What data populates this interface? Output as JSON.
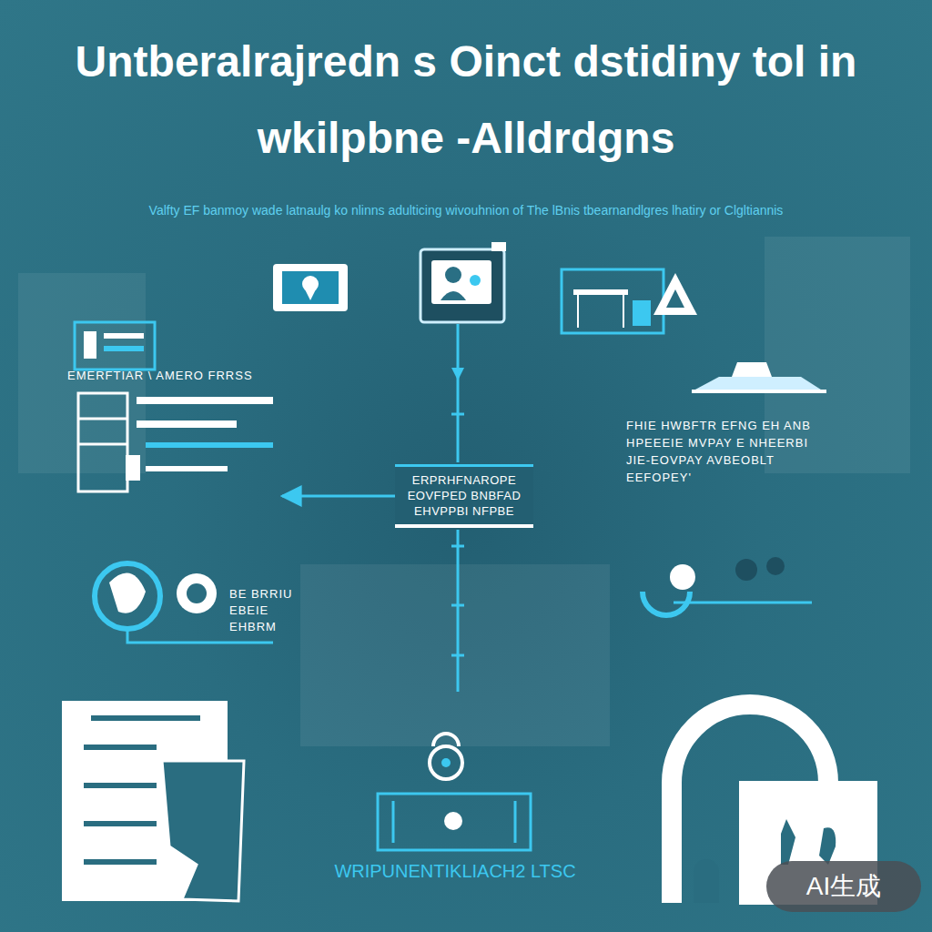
{
  "diagram": {
    "title": "Untberalrajredn s Oinct dstidiny tol in wkilpbne -Alldrdgns",
    "nodes": [
      {
        "text": [
          "EMERFTIAR \\ AMERO FRRSS"
        ]
      },
      {
        "text": [
          "ERPRHFNAROPE EOVFPED BNBFAD EHVPPBI NFPBE"
        ]
      }
    ],
    "edges": [
      {
        "from": 1,
        "to": 0,
        "arrow": "to"
      }
    ],
    "labels": [
      "Valfty EF banmoy wade latnaulg ko nlinns adulticing wivouhnion of The lBnis tbearnandlgres lhatiry or Clgltiannis",
      "FHIE HWBFTR EFNG EH ANB HPEEEIE MVPAY E NHEERBI JIE-EOVPAY AVBEOBLT EEFOPEY'",
      "BE BRRIU EBEIE EHBRM",
      "WRIPUNENTIKLIACH2 LTSC",
      "AI生成"
    ]
  }
}
